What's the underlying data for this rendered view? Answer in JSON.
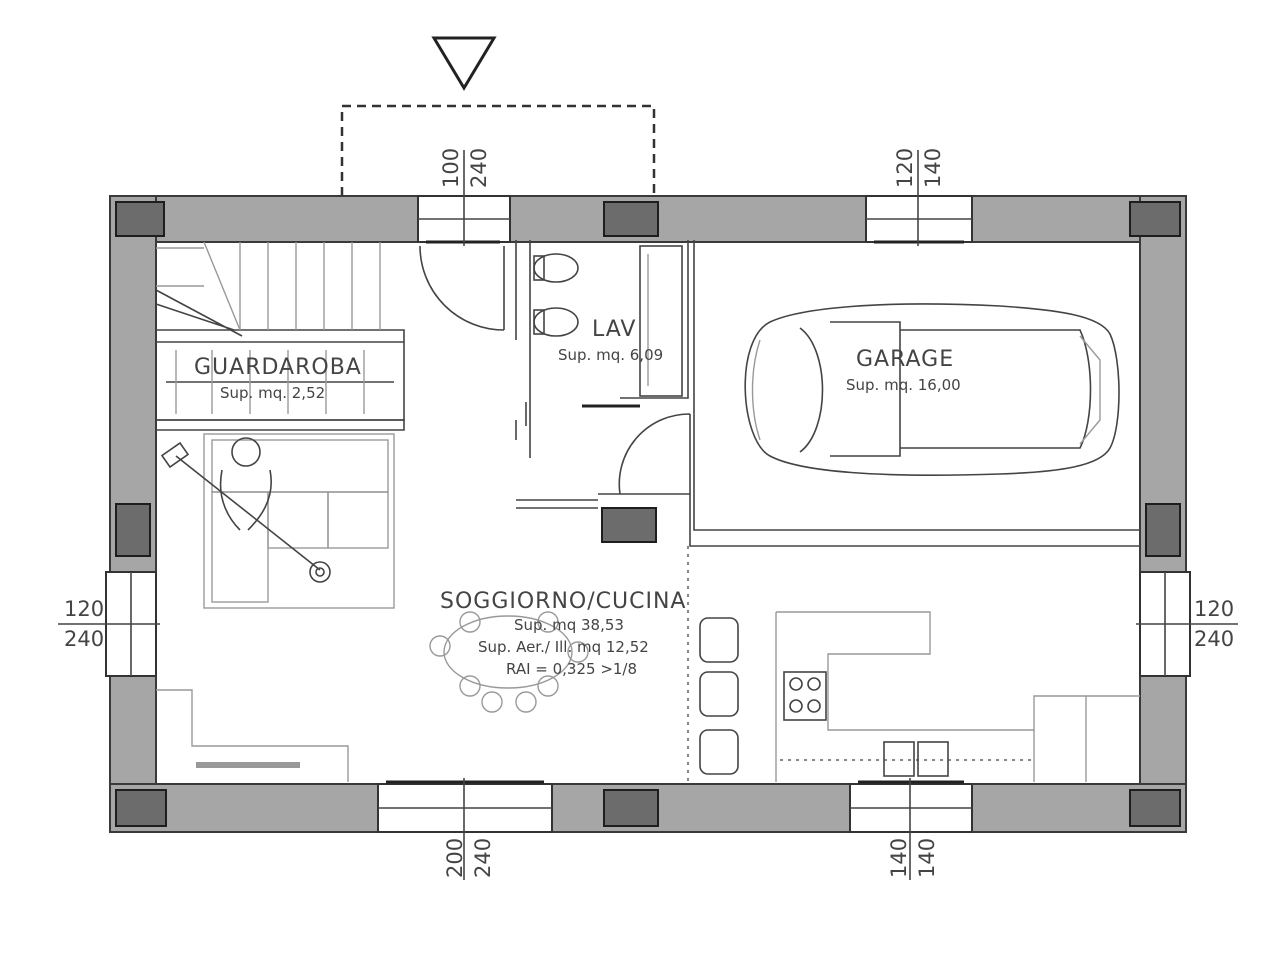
{
  "rooms": {
    "guardaroba": {
      "name": "GUARDAROBA",
      "area": "Sup. mq. 2,52"
    },
    "lav": {
      "name": "LAV",
      "area": "Sup. mq. 6,09"
    },
    "garage": {
      "name": "GARAGE",
      "area": "Sup. mq. 16,00"
    },
    "soggiorno": {
      "name": "SOGGIORNO/CUCINA",
      "area": "Sup. mq 38,53",
      "aero": "Sup. Aer./ Ill. mq 12,52",
      "ratio": "RAI = 0,325 >1/8"
    }
  },
  "openings": {
    "top_entrance": {
      "width": "100",
      "height": "240"
    },
    "top_garage": {
      "width": "120",
      "height": "140"
    },
    "left": {
      "width": "120",
      "height": "240"
    },
    "right": {
      "width": "120",
      "height": "240"
    },
    "bottom_left": {
      "width": "200",
      "height": "240"
    },
    "bottom_right": {
      "width": "140",
      "height": "140"
    }
  },
  "colors": {
    "wall": "#a6a6a6",
    "column": "#6c6c6c",
    "line": "#444444"
  }
}
